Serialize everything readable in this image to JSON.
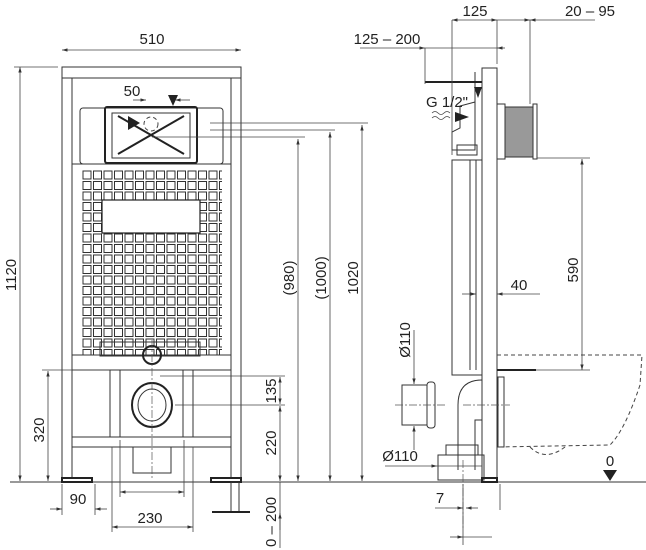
{
  "front_view": {
    "width": "510",
    "height_total": "1120",
    "flush_offset": "50",
    "h_980": "(980)",
    "h_1000": "(1000)",
    "h_1020": "1020",
    "h_135": "135",
    "h_220": "220",
    "h_320": "320",
    "w_90": "90",
    "w_230": "230",
    "foot_range": "0 – 200"
  },
  "side_view": {
    "d_125": "125",
    "d_20_95": "20 – 95",
    "d_125_200": "125 – 200",
    "water_inlet": "G 1/2\"",
    "h_590": "590",
    "d_40": "40",
    "pipe_dia_1": "Ø110",
    "pipe_dia_2": "Ø110",
    "d_7": "7",
    "floor_level": "0"
  }
}
